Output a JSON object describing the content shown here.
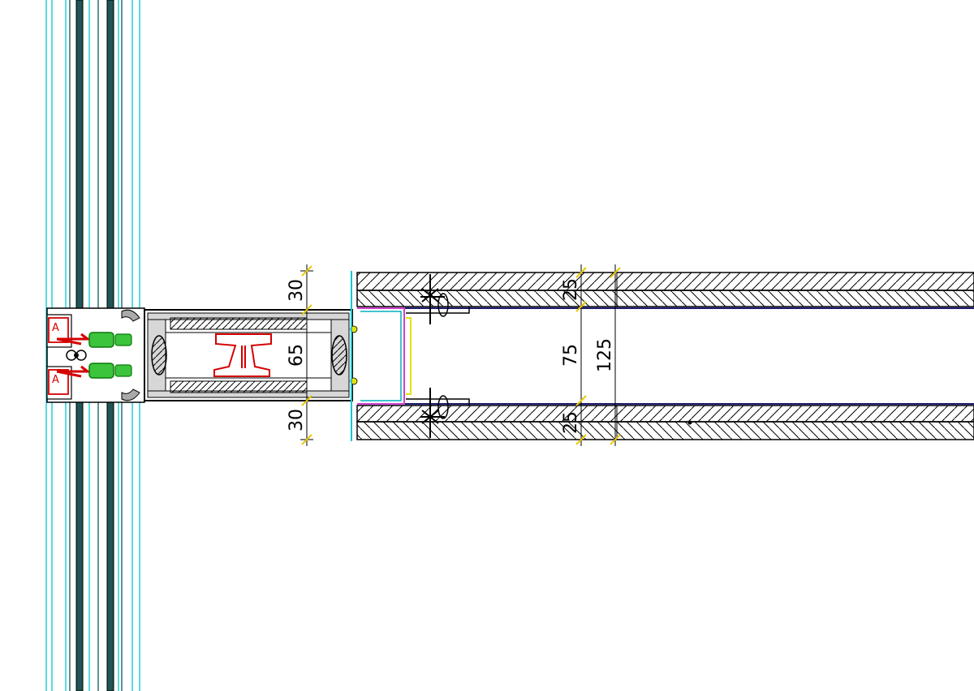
{
  "drawing": {
    "dimensions": {
      "frame_top": "30",
      "frame_middle": "65",
      "frame_bottom": "30",
      "board_top": "25",
      "cavity": "75",
      "wall_total": "125",
      "board_bottom": "25"
    },
    "colors": {
      "background": "#ffffff",
      "lines": "#000000",
      "glass_cyan": "#00c8d2",
      "profile_teal": "#2f6e6e",
      "aluminium_fill": "#d7d7d7",
      "gasket_red": "#d40000",
      "spacer_green": "#3cc43c",
      "stud_magenta": "#d040d0",
      "track_yellow": "#e8e000",
      "edge_navy": "#1a1a6e"
    }
  }
}
